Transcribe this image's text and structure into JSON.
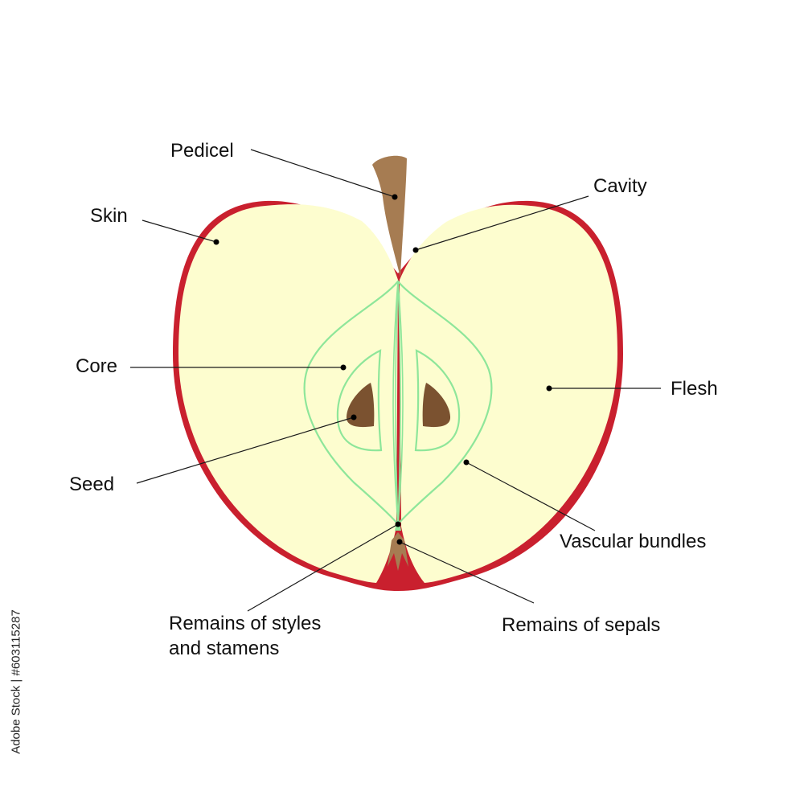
{
  "labels": {
    "pedicel": "Pedicel",
    "cavity": "Cavity",
    "skin": "Skin",
    "core": "Core",
    "flesh": "Flesh",
    "seed": "Seed",
    "vascular_bundles": "Vascular bundles",
    "styles_line1": "Remains of styles",
    "styles_line2": "and stamens",
    "sepals": "Remains of sepals"
  },
  "watermark_id": "Adobe Stock | #603115287",
  "colors": {
    "skin": "#c9202e",
    "flesh": "#fdfdcf",
    "stem": "#a67c52",
    "seed": "#7b5230",
    "vascular": "#8ee69a"
  }
}
